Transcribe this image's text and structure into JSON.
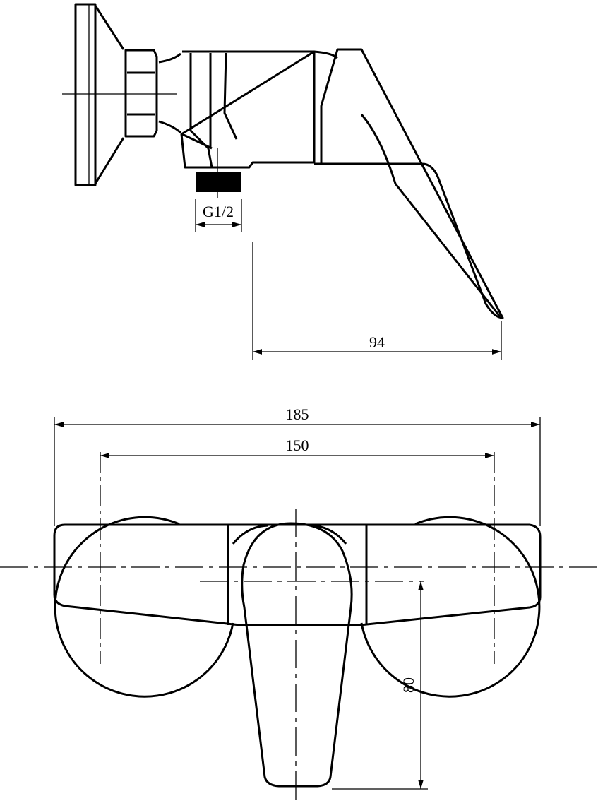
{
  "drawing": {
    "side_view": {
      "thread_label": "G1/2",
      "handle_projection": "94"
    },
    "front_view": {
      "overall_width": "185",
      "center_distance": "150",
      "handle_length": "80"
    }
  }
}
